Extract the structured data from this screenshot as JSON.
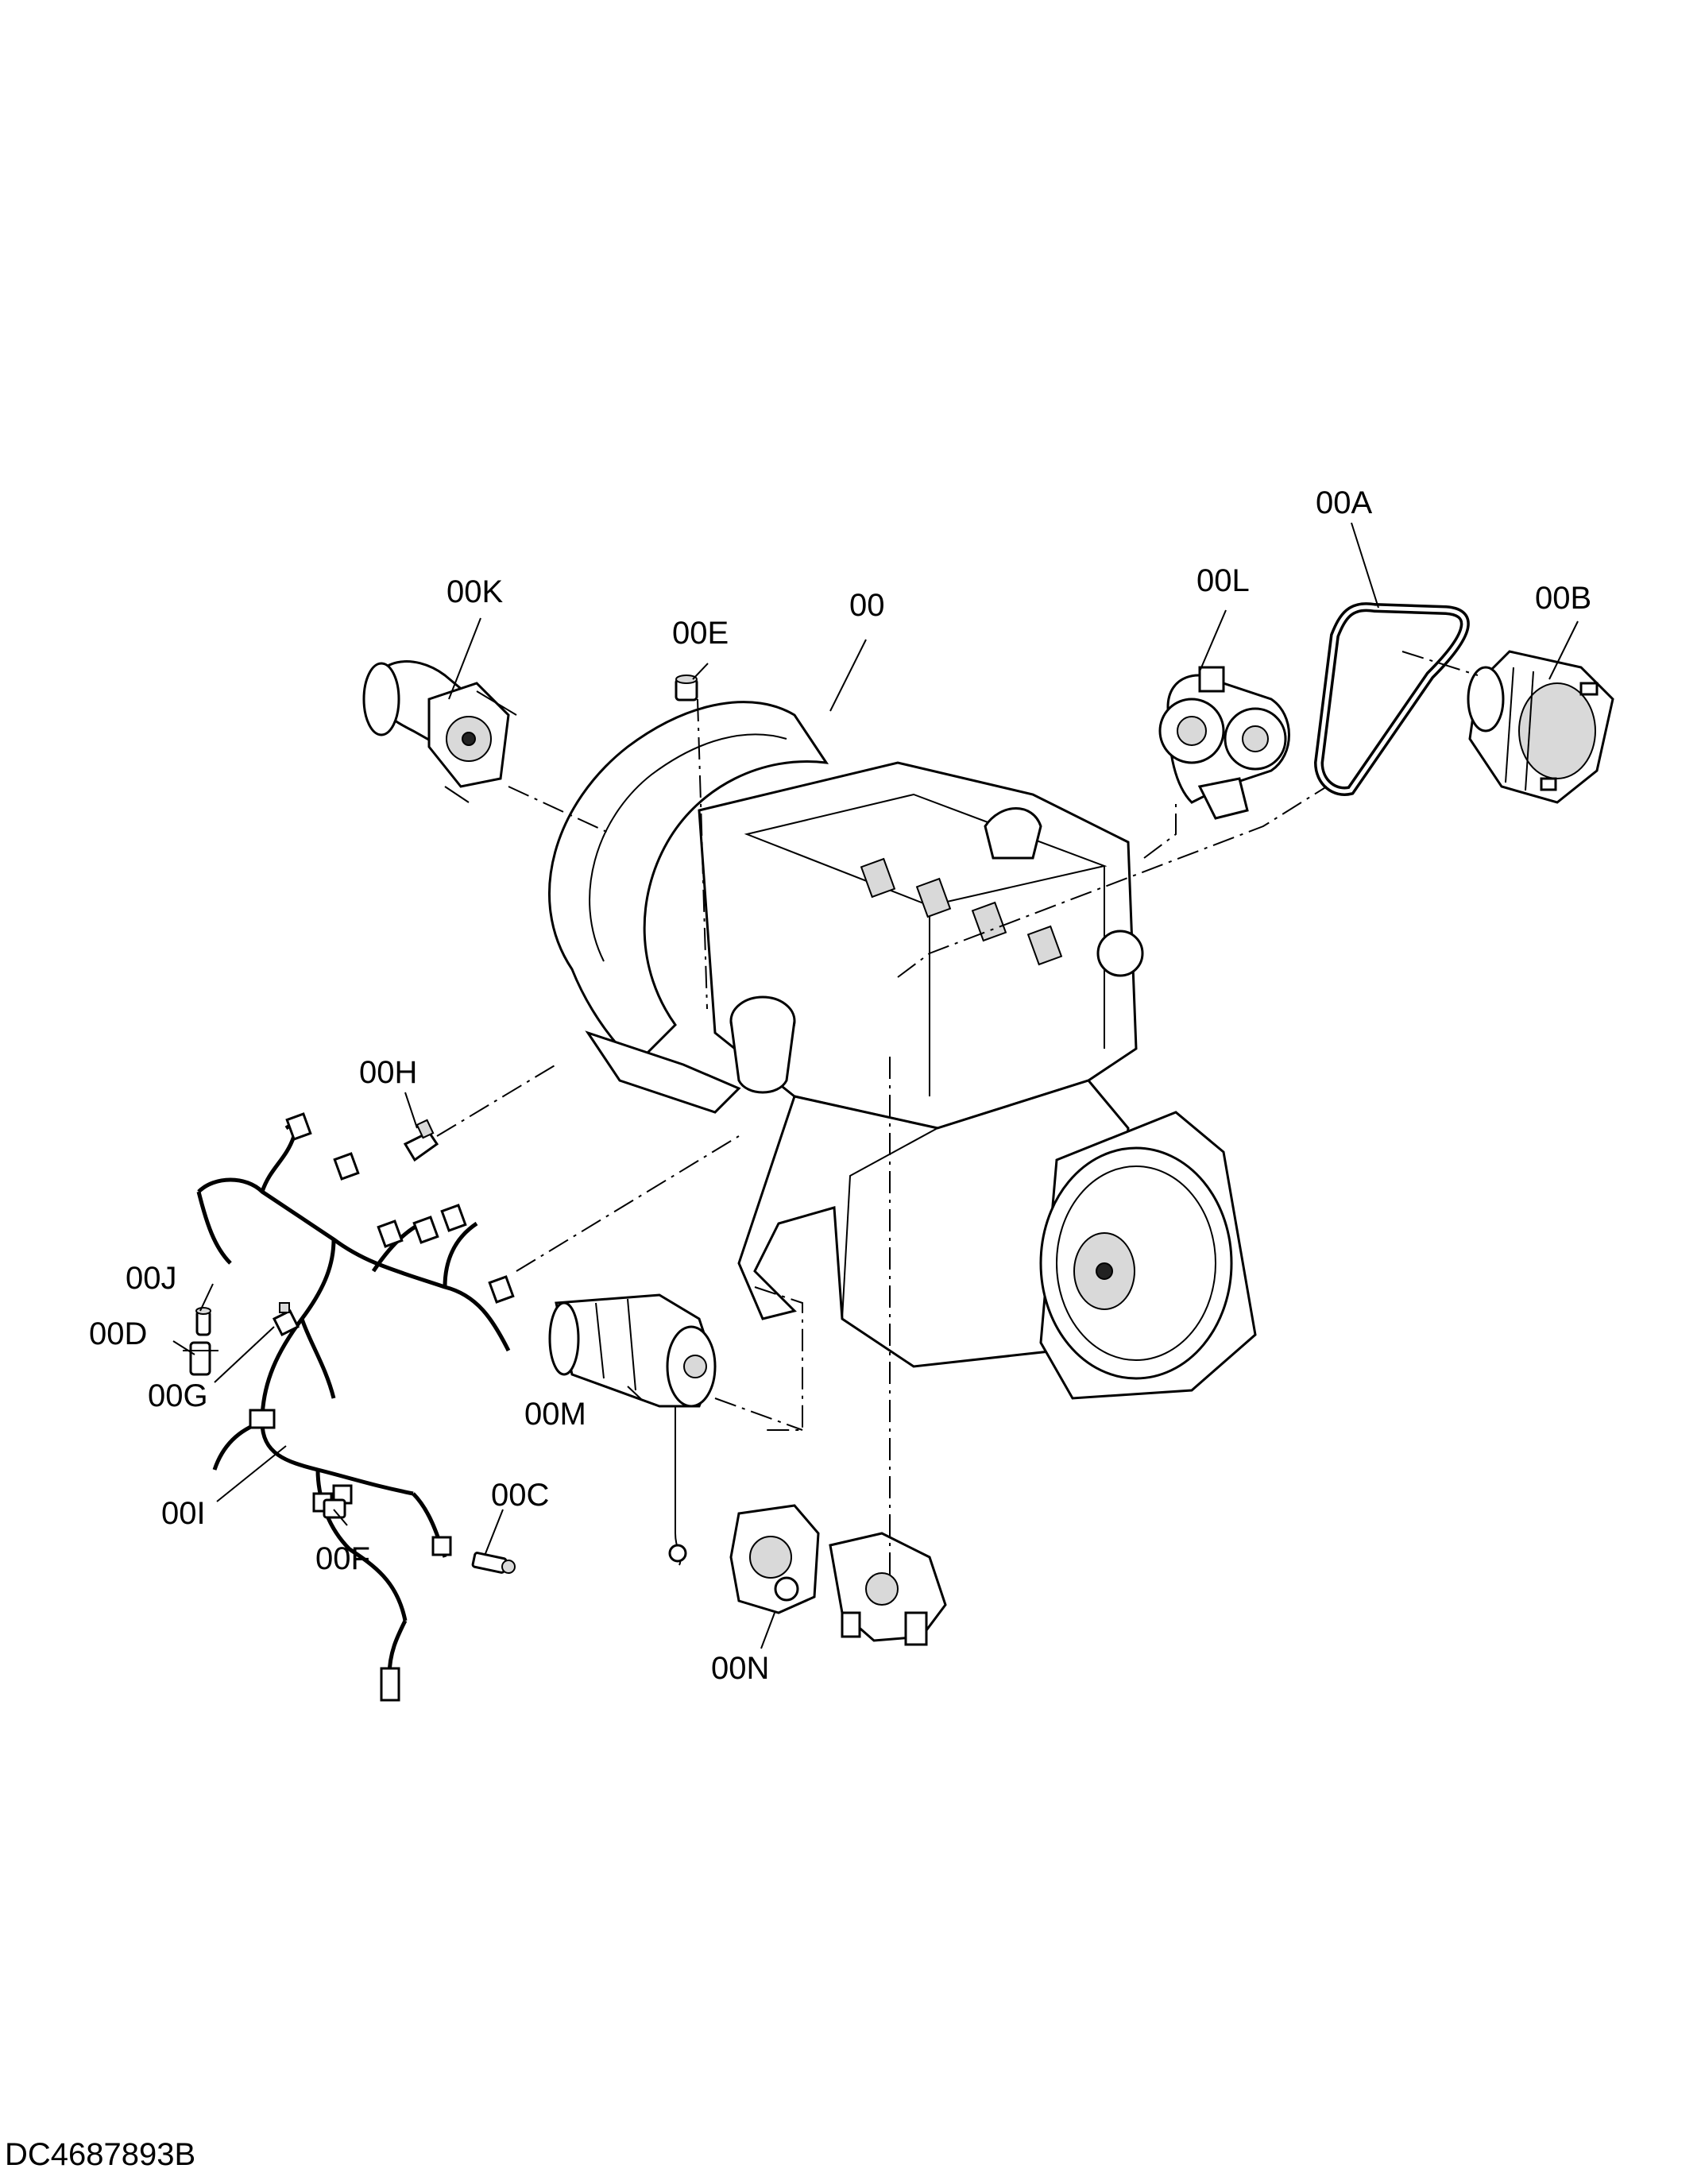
{
  "callouts": {
    "c00": "00",
    "c00A": "00A",
    "c00B": "00B",
    "c00C": "00C",
    "c00D": "00D",
    "c00E": "00E",
    "c00F": "00F",
    "c00G": "00G",
    "c00H": "00H",
    "c00I": "00I",
    "c00J": "00J",
    "c00K": "00K",
    "c00L": "00L",
    "c00M": "00M",
    "c00N": "00N"
  },
  "footer": {
    "doc_id": "DC4687893B"
  }
}
